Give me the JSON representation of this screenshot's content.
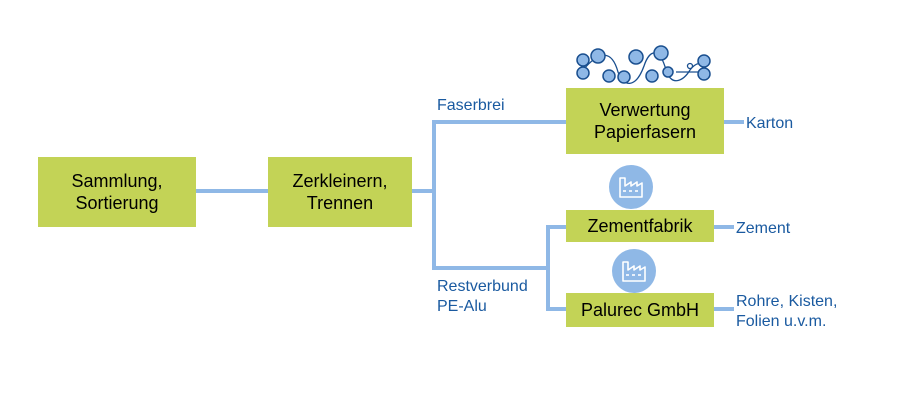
{
  "colors": {
    "box_fill": "#c3d356",
    "connector": "#8fb8e6",
    "label_text": "#1a5aa0",
    "icon_bg": "#8fb8e6"
  },
  "nodes": {
    "collection": "Sammlung,\nSortierung",
    "shredding": "Zerkleinern,\nTrennen",
    "fiber_recovery": "Verwertung\nPapierfasern",
    "cement_plant": "Zementfabrik",
    "palurec": "Palurec GmbH"
  },
  "edge_labels": {
    "pulp": "Faserbrei",
    "residue": "Restverbund\nPE-Alu"
  },
  "outputs": {
    "cardboard": "Karton",
    "cement": "Zement",
    "products": "Rohre, Kisten,\nFolien u.v.m."
  },
  "icons": {
    "machine": "paper-machine-rollers-icon",
    "factory": "factory-icon"
  }
}
